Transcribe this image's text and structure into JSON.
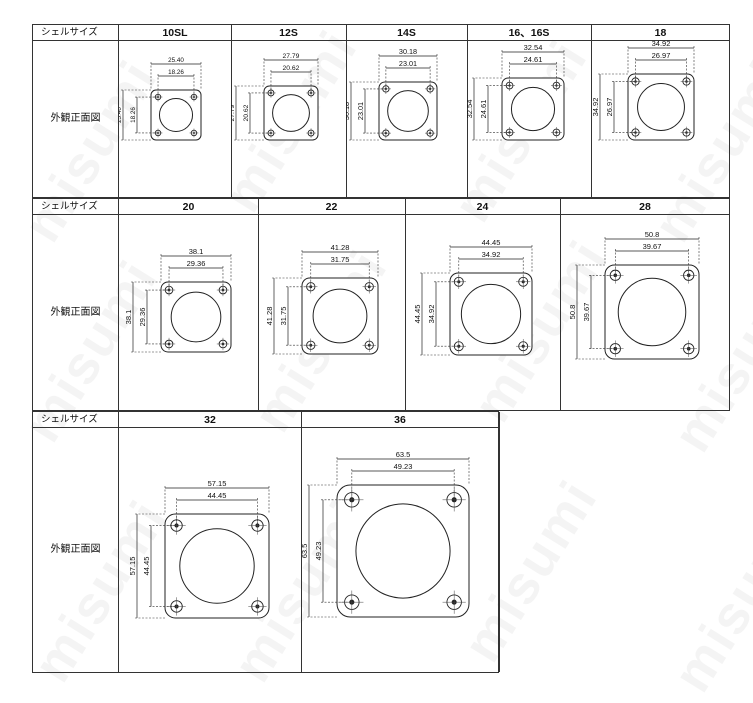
{
  "labels": {
    "shell_size": "シェルサイズ",
    "front_view": "外観正面図"
  },
  "watermark": "misumi",
  "rows": [
    {
      "shells": [
        {
          "name": "10SL",
          "outer": "25.40",
          "inner": "18.26"
        },
        {
          "name": "12S",
          "outer": "27.79",
          "inner": "20.62"
        },
        {
          "name": "14S",
          "outer": "30.18",
          "inner": "23.01"
        },
        {
          "name": "16、16S",
          "outer": "32.54",
          "inner": "24.61"
        },
        {
          "name": "18",
          "outer": "34.92",
          "inner": "26.97"
        }
      ]
    },
    {
      "shells": [
        {
          "name": "20",
          "outer": "38.1",
          "inner": "29.36"
        },
        {
          "name": "22",
          "outer": "41.28",
          "inner": "31.75"
        },
        {
          "name": "24",
          "outer": "44.45",
          "inner": "34.92"
        },
        {
          "name": "28",
          "outer": "50.8",
          "inner": "39.67"
        }
      ]
    },
    {
      "shells": [
        {
          "name": "32",
          "outer": "57.15",
          "inner": "44.45"
        },
        {
          "name": "36",
          "outer": "63.5",
          "inner": "49.23"
        }
      ]
    }
  ]
}
